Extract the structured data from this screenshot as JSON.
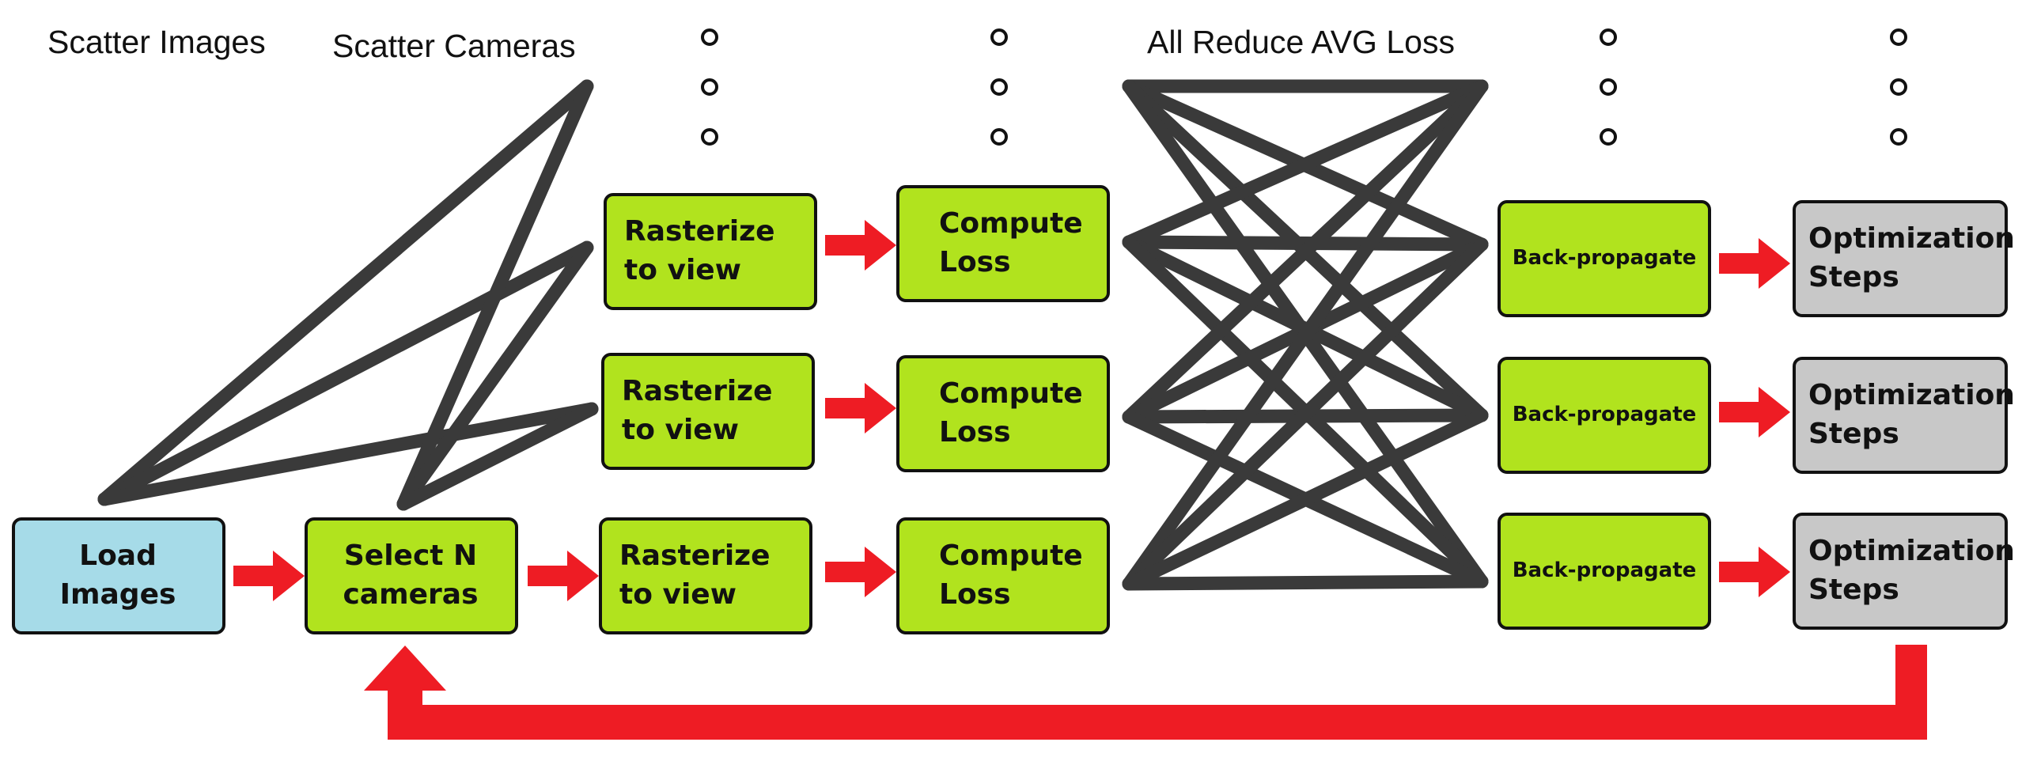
{
  "headers": {
    "scatter_images": "Scatter Images",
    "scatter_cameras": "Scatter Cameras",
    "all_reduce": "All Reduce AVG Loss"
  },
  "nodes": {
    "load_images": "Load Images",
    "select_cameras": "Select N cameras",
    "rasterize": "Rasterize to view",
    "compute_loss": "Compute Loss",
    "back_propagate": "Back-propagate",
    "optimization_steps": "Optimization Steps"
  },
  "colors": {
    "stage_fill": "#b1e31e",
    "load_fill": "#a6dbe8",
    "optimizer_fill": "#c8c8c8",
    "arrow": "#ee1c24",
    "connector": "#3a3a3a",
    "outline": "#111111"
  }
}
